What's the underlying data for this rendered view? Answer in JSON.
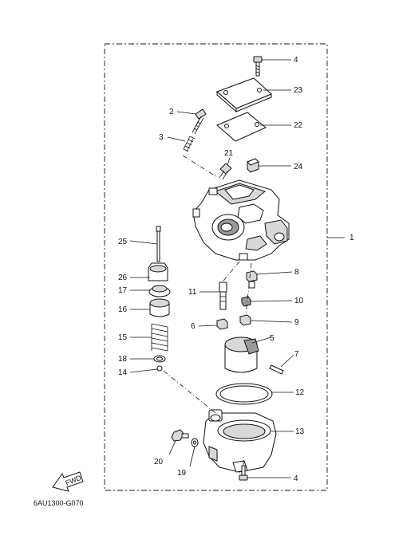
{
  "diagram_code": "6AU1300-G070",
  "fwd_label": "FWD",
  "callouts": {
    "c1": "1",
    "c2": "2",
    "c3": "3",
    "c4_top": "4",
    "c4_bottom": "4",
    "c5": "5",
    "c6": "6",
    "c7": "7",
    "c8": "8",
    "c9": "9",
    "c10": "10",
    "c11": "11",
    "c12": "12",
    "c13": "13",
    "c14": "14",
    "c15": "15",
    "c16": "16",
    "c17": "17",
    "c18": "18",
    "c19": "19",
    "c20": "20",
    "c21": "21",
    "c22": "22",
    "c23": "23",
    "c24": "24",
    "c25": "25",
    "c26": "26"
  }
}
